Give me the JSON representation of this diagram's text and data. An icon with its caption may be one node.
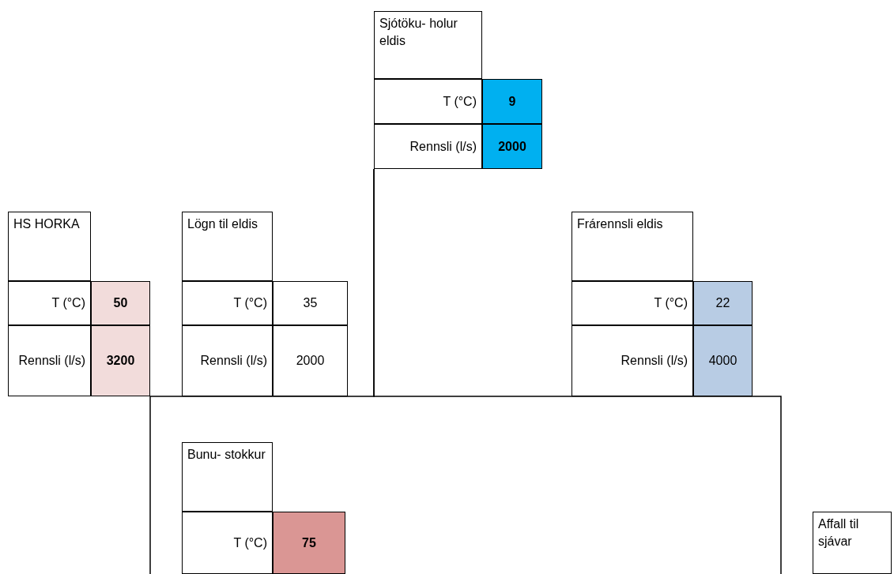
{
  "diagram": {
    "nodes": [
      {
        "text": [
          "Sjótöku- holur eldis",
          "T (°C)",
          "9",
          "Rennsli (l/s)",
          "2000"
        ]
      },
      {
        "text": [
          "HS HORKA",
          "T (°C)",
          "50",
          "Rennsli (l/s)",
          "3200"
        ]
      },
      {
        "text": [
          "Lögn til eldis",
          "T (°C)",
          "35",
          "Rennsli (l/s)",
          "2000"
        ]
      },
      {
        "text": [
          "Frárennsli eldis",
          "T (°C)",
          "22",
          "Rennsli (l/s)",
          "4000"
        ]
      },
      {
        "text": [
          "Bunu- stokkur",
          "T (°C)",
          "75"
        ]
      },
      {
        "text": [
          "Affall til sjávar"
        ]
      }
    ],
    "edges": [
      {
        "from": 0,
        "to": 4,
        "arrow": "none"
      },
      {
        "from": 0,
        "to": 5,
        "arrow": "none"
      }
    ]
  }
}
